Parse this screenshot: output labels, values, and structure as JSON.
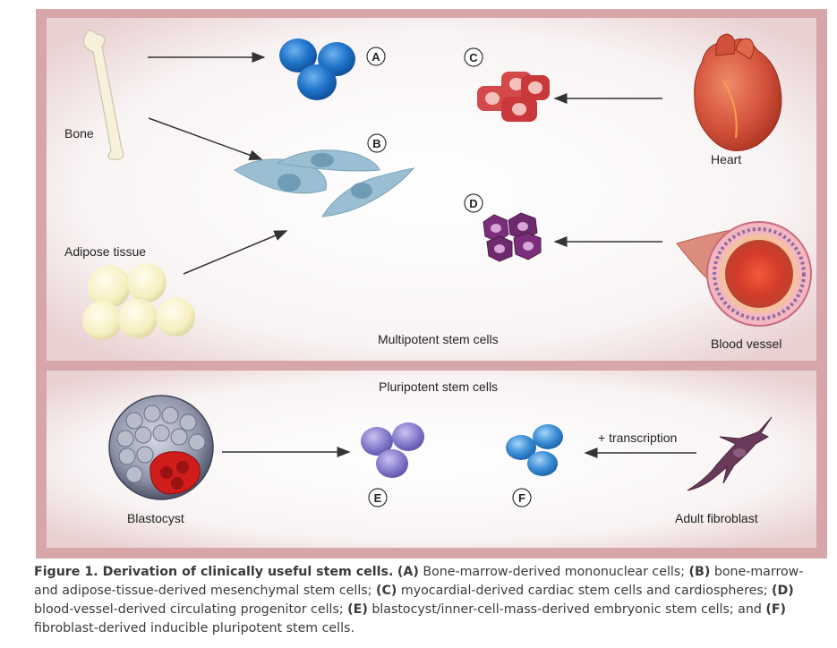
{
  "panels": {
    "top_label": "Multipotent stem cells",
    "bottom_label": "Pluripotent stem cells"
  },
  "sources": {
    "bone": "Bone",
    "adipose": "Adipose tissue",
    "heart": "Heart",
    "blood_vessel": "Blood vessel",
    "blastocyst": "Blastocyst",
    "fibroblast": "Adult fibroblast"
  },
  "arrow_labels": {
    "transcription": "+ transcription"
  },
  "cell_markers": {
    "A": "A",
    "B": "B",
    "C": "C",
    "D": "D",
    "E": "E",
    "F": "F"
  },
  "caption": {
    "title": "Figure 1. Derivation of clinically useful stem cells.",
    "a_key": "(A)",
    "a_text": " Bone-marrow-derived mononuclear cells; ",
    "b_key": "(B)",
    "b_text": " bone-marrow- and adipose-tissue-derived mesenchymal stem cells; ",
    "c_key": "(C)",
    "c_text": " myocardial-derived cardiac stem cells and cardiospheres; ",
    "d_key": "(D)",
    "d_text": " blood-vessel-derived circulating progenitor cells; ",
    "e_key": "(E)",
    "e_text": " blastocyst/inner-cell-mass-derived embryonic stem cells; and ",
    "f_key": "(F)",
    "f_text": " fibroblast-derived inducible pluripotent stem cells."
  },
  "colors": {
    "frame": "#d6a6a9",
    "panel_inner": "#f7f1f1",
    "cell_a": "#1f73c9",
    "cell_b": "#8fb3c6",
    "cell_c": "#c9383a",
    "cell_d": "#6d2a6d",
    "cell_e": "#7e74c6",
    "cell_f": "#3c8ed6",
    "fat": "#f7f0c0"
  }
}
